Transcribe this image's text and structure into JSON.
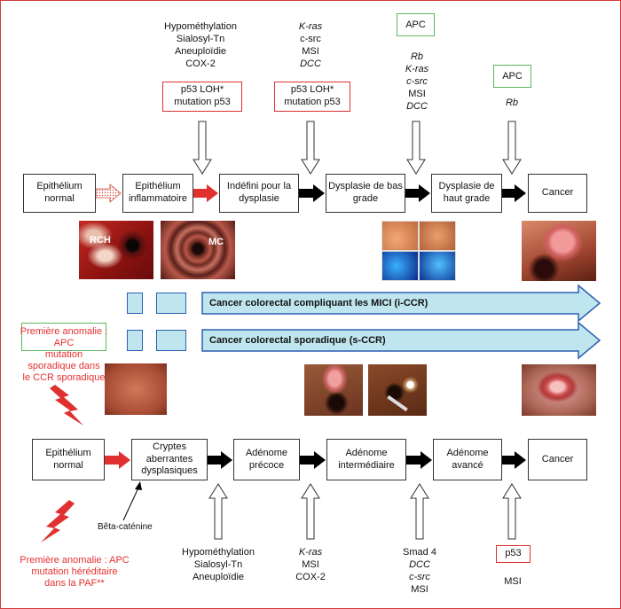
{
  "top_pathway": {
    "stages": [
      "Epithélium normal",
      "Epithélium inflammatoire",
      "Indéfini pour la dysplasie",
      "Dysplasie de bas grade",
      "Dysplasie de haut grade",
      "Cancer"
    ],
    "markers_col1": [
      "Hypométhylation",
      "Sialosyl-Tn",
      "Aneuploïdie",
      "COX-2"
    ],
    "markers_col2": [
      "K-ras",
      "c-src",
      "MSI",
      "DCC"
    ],
    "markers_col3": [
      "Rb",
      "K-ras",
      "c-src",
      "MSI",
      "DCC"
    ],
    "markers_col4": [
      "Rb"
    ],
    "p53_box1": [
      "p53 LOH*",
      "mutation p53"
    ],
    "p53_box2": [
      "p53 LOH*",
      "mutation p53"
    ],
    "apc_box1": "APC",
    "apc_box2": "APC"
  },
  "photo_labels": {
    "rch": "RCH",
    "mc": "MC"
  },
  "banners": {
    "mici": "Cancer colorectal compliquant les MICI (i-CCR)",
    "sporadic": "Cancer colorectal sporadique (s-CCR)"
  },
  "first_anomaly_sporadic": {
    "box": [
      "Première anomalie :",
      "APC"
    ],
    "rest": [
      "mutation",
      "sporadique dans",
      "le CCR sporadique"
    ]
  },
  "bottom_pathway": {
    "stages": [
      "Epithélium normal",
      "Cryptes aberrantes dysplasiques",
      "Adénome précoce",
      "Adénome intermédiaire",
      "Adénome avancé",
      "Cancer"
    ],
    "beta_catenin": "Bêta-caténine",
    "markers_col1": [
      "Hypométhylation",
      "Sialosyl-Tn",
      "Aneuploïdie"
    ],
    "markers_col2": [
      "K-ras",
      "MSI",
      "COX-2"
    ],
    "markers_col3": [
      "Smad 4",
      "DCC",
      "c-src",
      "MSI"
    ],
    "p53_box": "p53",
    "markers_col4": [
      "MSI"
    ]
  },
  "first_anomaly_hereditary": [
    "Première anomalie : APC",
    "mutation héréditaire",
    "dans la PAF**"
  ],
  "colors": {
    "red_arrow": "#e03030",
    "banner_fill": "#bfe6ee",
    "banner_border": "#2b5fb0",
    "red_text": "#e53030",
    "green_border": "#5cb85c"
  }
}
